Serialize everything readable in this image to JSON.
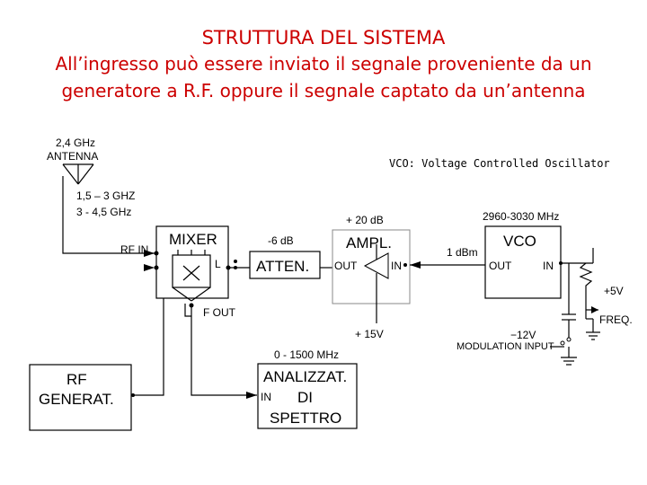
{
  "title": "STRUTTURA DEL SISTEMA",
  "subtitle_line1": "All’ingresso può essere inviato il segnale proveniente da un",
  "subtitle_line2": "generatore a R.F. oppure il segnale captato da un’antenna",
  "antenna": {
    "freq": "2,4 GHz",
    "label": "ANTENNA"
  },
  "antenna_bands": {
    "band1": "1,5 – 3 GHZ",
    "band2": "3 - 4,5 GHz"
  },
  "vco_note": "VCO: Voltage Controlled Oscillator",
  "mixer": {
    "label": "MIXER",
    "rf_in": "RF IN",
    "l_port": "L",
    "f_out": "F OUT"
  },
  "attenuator": {
    "value": "-6 dB",
    "label": "ATTEN."
  },
  "amplifier": {
    "gain": "+ 20 dB",
    "label": "AMPL.",
    "out": "OUT",
    "in": "IN",
    "supply": "+ 15V"
  },
  "vco": {
    "range": "2960-3030 MHz",
    "label": "VCO",
    "power": "1 dBm",
    "out": "OUT",
    "in": "IN",
    "supply_pos": "+5V",
    "freq": "FREQ.",
    "supply_neg": "−12V",
    "mod_input": "MODULATION INPUT"
  },
  "rf_generator": {
    "line1": "RF",
    "line2": "GENERAT."
  },
  "spectrum_analyzer": {
    "range": "0 - 1500 MHz",
    "line1": "ANALIZZAT.",
    "in": "IN",
    "line2": "DI",
    "line3": "SPETTRO"
  },
  "colors": {
    "title": "#cc0000",
    "lines": "#000000",
    "light_box": "#888888"
  }
}
